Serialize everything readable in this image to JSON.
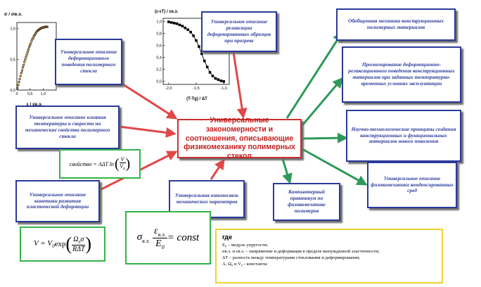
{
  "center": "Универсальные закономерности и соотношения, описывающие физикомеханику полимерных стекол",
  "left_boxes": {
    "deformation": "Универсальное описание деформационного поведения полимерного стекла",
    "temperature": "Универсальное описание влияния температуры и скорости на механические свойства полимерного стекла",
    "kinetics": "Универсальное описание кинетики развития пластической деформации",
    "relation": "Универсальная взаимосвязь механических параметров",
    "relaxation": "Универсальное описание релаксации деформированных образцов при прогреве"
  },
  "right_boxes": {
    "mechanics": "Обобщенная механика конструкционных полимерных материалов",
    "forecast": "Прогнозирование деформационно-релаксационного поведения конструкционных материалов при заданных температурно-временных условиях эксплуатации",
    "principles": "Научно-технологические принципы создания конструкционных и функциональных материалов нового поколения",
    "condensed": "Универсальное описание физикомеханики конденсированных сред",
    "practicum": "Компьютерный практикум по физикомеханике полимеров"
  },
  "formulas": {
    "f1_lhs": "свойство = AΔT ln",
    "f1_num": "V",
    "f1_den": "V",
    "f1_den_sub": "0",
    "f2_lhs": "V = V",
    "f2_lhs_sub": "0",
    "f2_exp": " exp",
    "f2_num": "Ω",
    "f2_num_sub": "0",
    "f2_num_tail": "σ",
    "f2_den": "RΔT",
    "f3_sigma": "σ",
    "f3_sigma_sub": "в.э.",
    "f3_num": "ε",
    "f3_num_sub": "в.э.",
    "f3_den": "E",
    "f3_den_sub": "0",
    "f3_rhs": " = const"
  },
  "legend": {
    "title": "где",
    "line1": "E₀ – модуль упругости;",
    "line2": "σв.э. и εв.э. – напряжение и деформация в пределе вынужденной эластичности;",
    "line3": "ΔT – разность между температурами стеклования и деформирования;",
    "line4": "A, Ω₀ и V₀ - константы"
  },
  "colors": {
    "blue": "#2b3a9a",
    "red": "#c83232",
    "green": "#33b54a",
    "yellow": "#f1d12e",
    "arrow_red": "#e04848",
    "arrow_green": "#2e9a5a"
  },
  "chart_data": [
    {
      "type": "scatter",
      "title": "",
      "ylabel": "σ / σв.э.",
      "xlabel": "ε / εв.э.",
      "xlim": [
        0,
        1.5
      ],
      "ylim": [
        0,
        1.1
      ],
      "xticks": [
        "0",
        "0,5",
        "1,0"
      ],
      "yticks": [
        "0,0",
        "0,5",
        "1,0"
      ],
      "x": [
        0.02,
        0.05,
        0.08,
        0.11,
        0.14,
        0.17,
        0.2,
        0.23,
        0.26,
        0.29,
        0.32,
        0.35,
        0.38,
        0.41,
        0.44,
        0.47,
        0.5,
        0.53,
        0.56,
        0.59,
        0.62,
        0.65,
        0.68,
        0.71,
        0.74,
        0.77,
        0.8,
        0.83,
        0.86,
        0.89,
        0.92,
        0.95,
        0.98,
        1.01,
        1.04,
        1.07,
        1.1,
        1.13,
        1.16
      ],
      "y": [
        0.03,
        0.08,
        0.13,
        0.18,
        0.23,
        0.28,
        0.32,
        0.37,
        0.41,
        0.46,
        0.5,
        0.54,
        0.58,
        0.62,
        0.66,
        0.7,
        0.73,
        0.76,
        0.8,
        0.83,
        0.85,
        0.88,
        0.9,
        0.92,
        0.94,
        0.96,
        0.97,
        0.98,
        0.99,
        1.0,
        1.01,
        1.01,
        1.02,
        1.02,
        1.02,
        1.03,
        1.03,
        1.03,
        1.03
      ]
    },
    {
      "type": "scatter",
      "title": "",
      "ylabel": "(ε-εT) / εв.э.",
      "xlabel": "(T-Tg) / ΔT",
      "xlim": [
        -2.1,
        -0.9
      ],
      "ylim": [
        -0.05,
        1.05
      ],
      "xticks": [
        "-2,0",
        "-1,5",
        "-1,0"
      ],
      "yticks": [
        "0,0",
        "0,2",
        "0,4",
        "0,6",
        "0,8",
        "1,0"
      ],
      "x": [
        -2.0,
        -1.95,
        -1.9,
        -1.85,
        -1.8,
        -1.75,
        -1.7,
        -1.65,
        -1.6,
        -1.55,
        -1.5,
        -1.45,
        -1.4,
        -1.35,
        -1.3,
        -1.25,
        -1.2,
        -1.15,
        -1.1,
        -1.05,
        -1.0
      ],
      "y": [
        0.99,
        0.98,
        0.97,
        0.96,
        0.94,
        0.92,
        0.89,
        0.86,
        0.82,
        0.76,
        0.68,
        0.58,
        0.46,
        0.34,
        0.24,
        0.15,
        0.09,
        0.05,
        0.03,
        0.01,
        0.0
      ]
    }
  ]
}
